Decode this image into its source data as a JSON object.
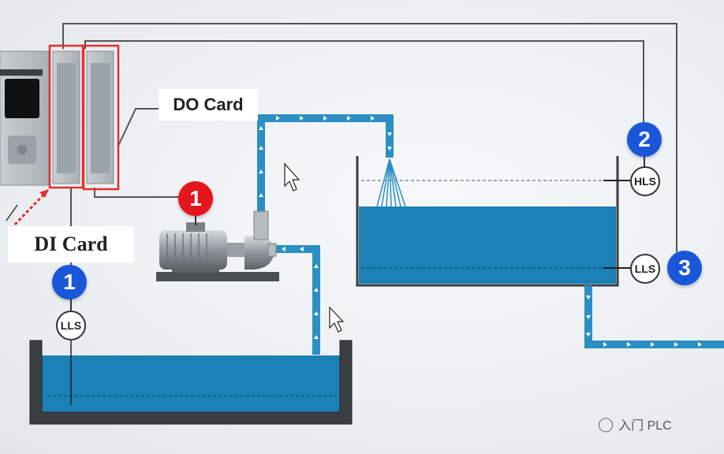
{
  "labels": {
    "do_card": "DO Card",
    "di_card": "DI Card"
  },
  "badges": {
    "badge_1_pump": "1",
    "badge_1_lls": "1",
    "badge_2": "2",
    "badge_3": "3"
  },
  "sensors": {
    "lower_lls": "LLS",
    "upper_hls": "HLS",
    "upper_lls": "LLS"
  },
  "watermark": {
    "text": "入门 PLC"
  },
  "colors": {
    "water": "#1a80b5",
    "pipe": "#2b8fc4",
    "wire": "#555555",
    "highlight_box": "#e03030",
    "badge_blue": "#1a56d8",
    "badge_red": "#e4161c"
  }
}
